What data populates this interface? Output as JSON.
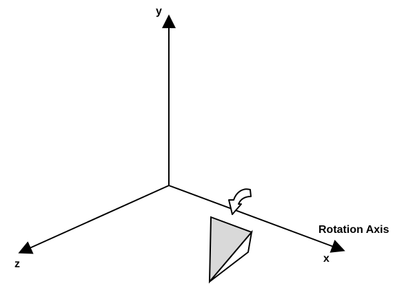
{
  "axes": {
    "y_label": "y",
    "x_label": "x",
    "z_label": "z"
  },
  "annotation": {
    "rotation_axis_label": "Rotation Axis"
  },
  "colors": {
    "line": "#000000",
    "fill_face": "#d9d9d9",
    "background": "#ffffff"
  },
  "icons": {
    "rotation_arrow": "curved-rotation-arrow-icon"
  }
}
